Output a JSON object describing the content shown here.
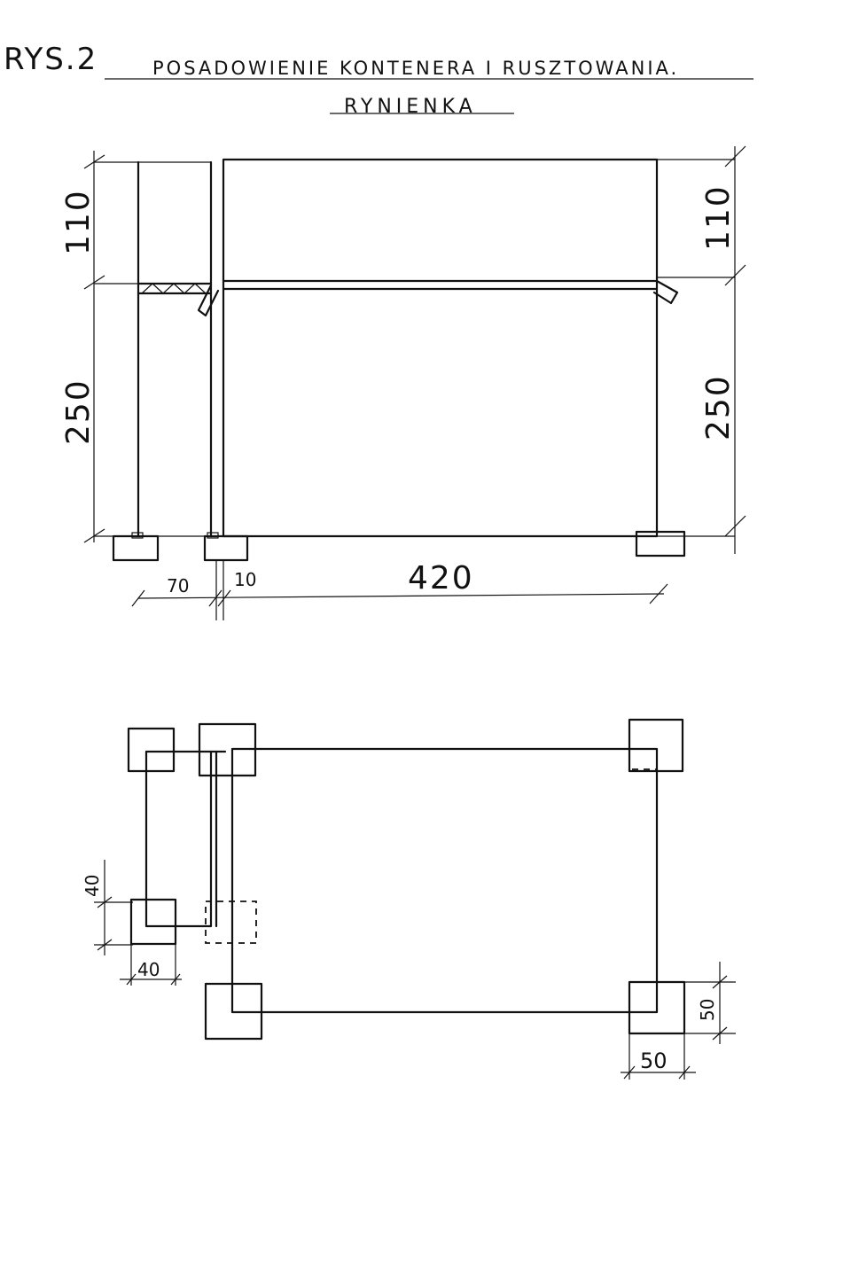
{
  "header": {
    "figure_label": "RYS.2",
    "title": "POSADOWIENIE KONTENERA I RUSZTOWANIA.",
    "subtitle": "RYNIENKA"
  },
  "elevation": {
    "height_top_left": "110",
    "height_bottom_left": "250",
    "height_top_right": "110",
    "height_bottom_right": "250",
    "width_left": "70",
    "width_gap": "10",
    "width_main": "420"
  },
  "plan": {
    "footing_vertical": "40",
    "footing_horizontal": "40",
    "corner_vertical": "50",
    "corner_horizontal": "50"
  }
}
